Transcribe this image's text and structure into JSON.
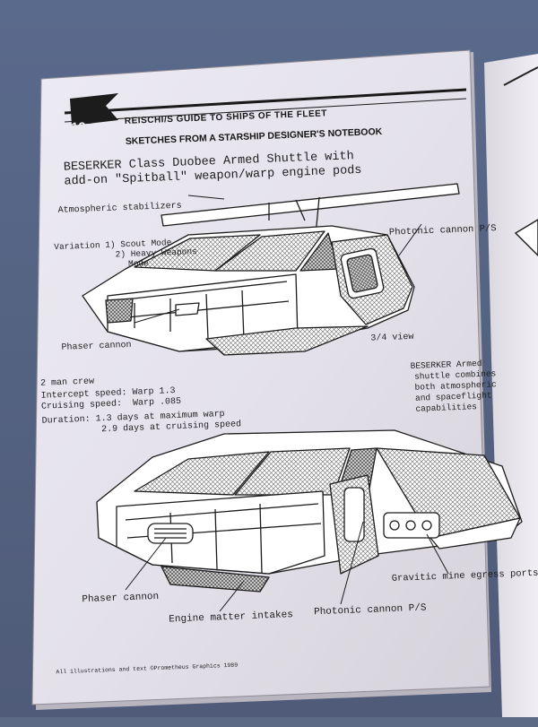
{
  "header": {
    "page_number": "19",
    "book_title": "REISCHI/S GUIDE TO SHIPS OF THE FLEET",
    "section_title": "SKETCHES FROM A STARSHIP DESIGNER'S NOTEBOOK"
  },
  "ship": {
    "title_line1": "BESERKER Class Duobee Armed Shuttle with",
    "title_line2": "add-on \"Spitball\" weapon/warp engine pods"
  },
  "top_view": {
    "atmospheric_stabilizers": "Atmospheric stabilizers",
    "variation_line1": "Variation 1) Scout Mode",
    "variation_line2": "2) Heavy Weapons",
    "variation_line3": "Mode",
    "photonic_cannon": "Photonic cannon P/S",
    "phaser_cannon": "Phaser cannon",
    "view_label": "3/4 view"
  },
  "specs": {
    "crew": "2 man crew",
    "intercept_speed": "Intercept speed: Warp 1.3",
    "cruising_speed": "Cruising speed:  Warp .085",
    "duration_line1": "Duration: 1.3 days at maximum warp",
    "duration_line2": "2.9 days at cruising speed"
  },
  "description": {
    "line1": "BESERKER Armed",
    "line2": "shuttle combines",
    "line3": "both atmospheric",
    "line4": "and spaceflight",
    "line5": "capabilities"
  },
  "bottom_view": {
    "phaser_cannon": "Phaser cannon",
    "engine_intakes": "Engine matter intakes",
    "photonic_cannon": "Photonic cannon P/S",
    "gravitic_ports": "Gravitic mine egress ports"
  },
  "footer": {
    "credit": "All illustrations and text ©Prometheus Graphics 1989"
  }
}
